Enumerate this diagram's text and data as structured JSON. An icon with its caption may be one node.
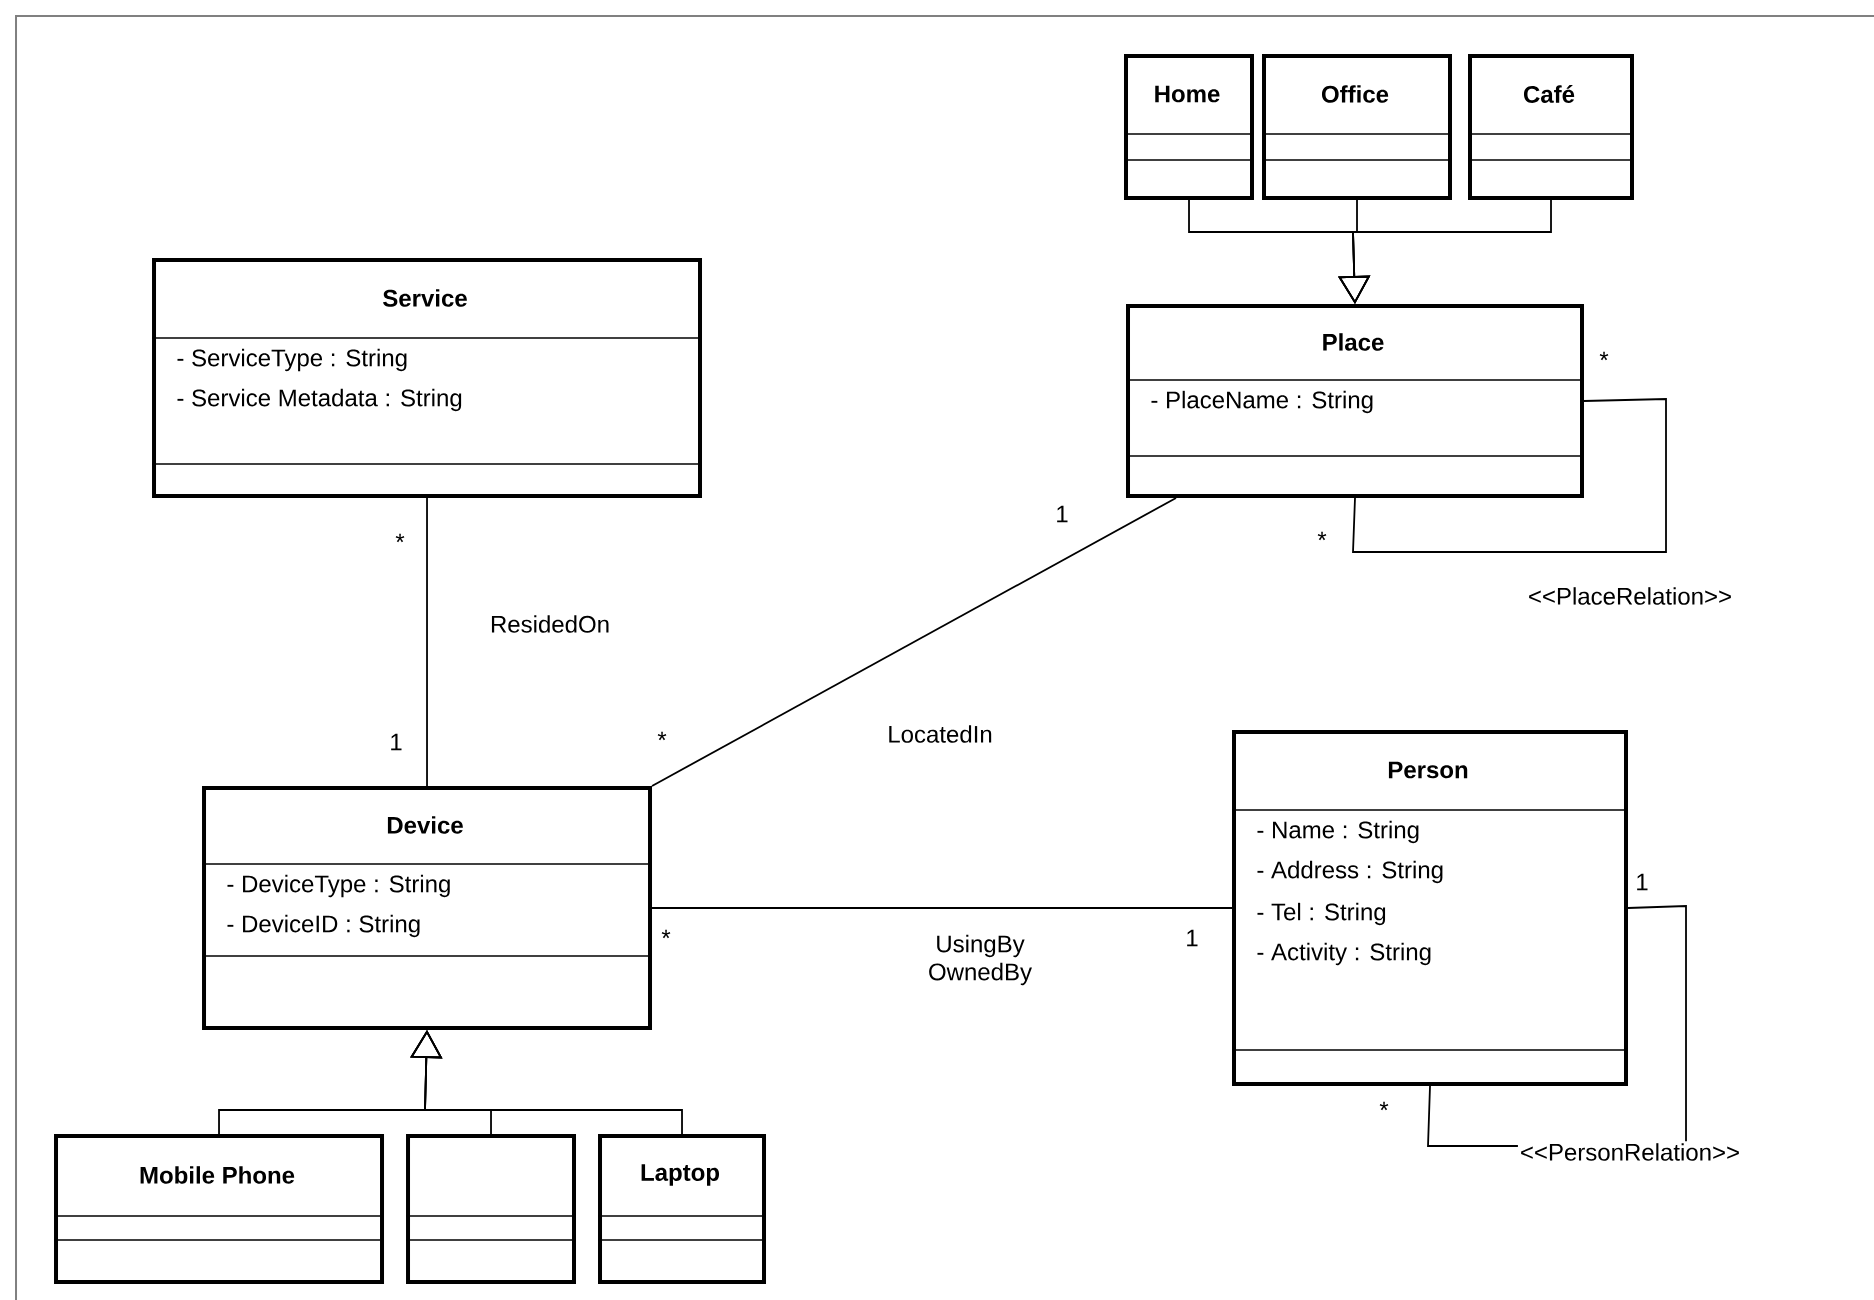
{
  "diagram": {
    "nodes": [
      {
        "text": [
          "Home"
        ]
      },
      {
        "text": [
          "Office"
        ]
      },
      {
        "text": [
          "Café"
        ]
      },
      {
        "text": [
          "Place",
          "- PlaceName : String"
        ]
      },
      {
        "text": [
          "Service",
          "- ServiceType : String",
          "- Service Metadata : String"
        ]
      },
      {
        "text": [
          "Device",
          "- DeviceType : String",
          "- DeviceID : String"
        ]
      },
      {
        "text": [
          "Person",
          "- Name : String",
          "- Address : String",
          "- Tel : String",
          "- Activity : String"
        ]
      },
      {
        "text": [
          "Mobile Phone"
        ]
      },
      {
        "text": [],
        "shape": "box"
      },
      {
        "text": [
          "Laptop"
        ]
      }
    ],
    "edges": [
      {
        "from": 0,
        "to": 3,
        "arrow": "to"
      },
      {
        "from": 1,
        "to": 3,
        "arrow": "to"
      },
      {
        "from": 2,
        "to": 3,
        "arrow": "to"
      },
      {
        "from": 4,
        "to": 5,
        "arrow": "none",
        "label": "ResidedOn"
      },
      {
        "from": 5,
        "to": 3,
        "arrow": "none",
        "label": "LocatedIn"
      },
      {
        "from": 5,
        "to": 6,
        "arrow": "none",
        "label": "UsingBy OwnedBy"
      },
      {
        "from": 3,
        "to": 3,
        "arrow": "none",
        "label": "<<PlaceRelation>>"
      },
      {
        "from": 6,
        "to": 6,
        "arrow": "none",
        "label": "<<PersonRelation>>"
      },
      {
        "from": 7,
        "to": 5,
        "arrow": "to"
      },
      {
        "from": 8,
        "to": 5,
        "arrow": "to"
      },
      {
        "from": 9,
        "to": 5,
        "arrow": "to"
      }
    ],
    "labels": [
      "*",
      "1",
      "*",
      "*",
      "1",
      "*",
      "*",
      "1",
      "1",
      "*"
    ]
  }
}
